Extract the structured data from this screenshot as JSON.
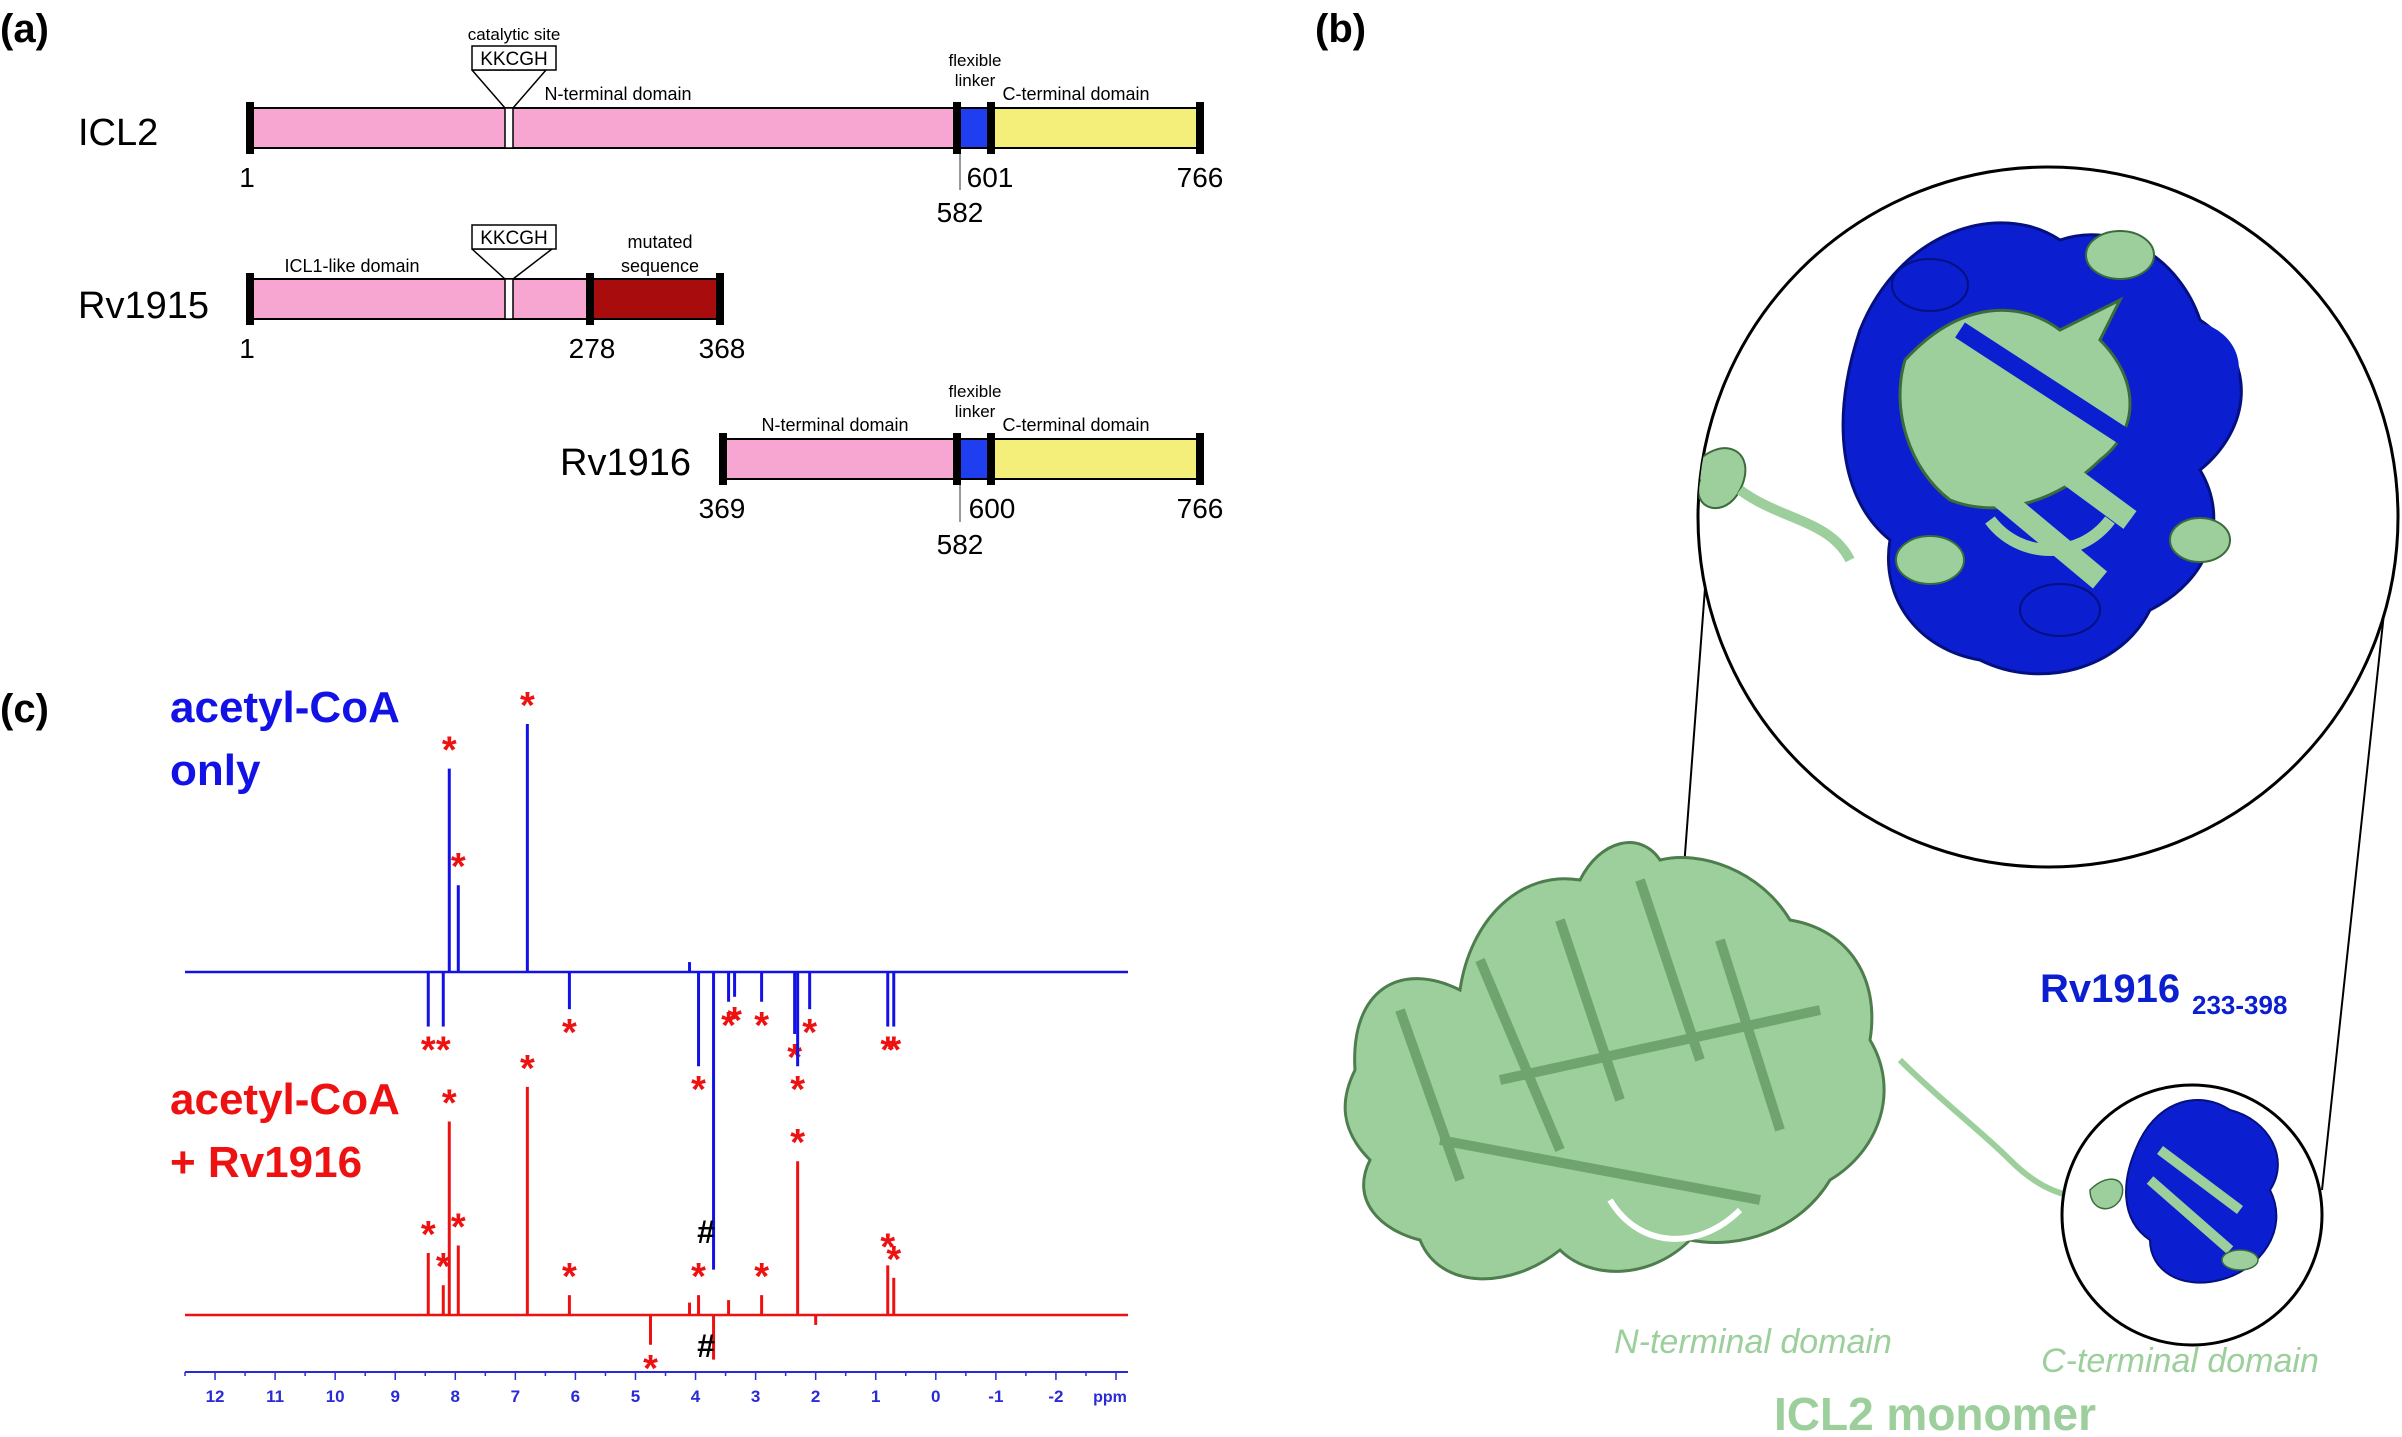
{
  "panel_labels": {
    "a": "(a)",
    "b": "(b)",
    "c": "(c)"
  },
  "domain_map": {
    "icl2": {
      "name": "ICL2",
      "catalytic_site_label": "catalytic site",
      "motif": "KKCGH",
      "n_terminal": "N-terminal domain",
      "linker_label_1": "flexible",
      "linker_label_2": "linker",
      "c_terminal": "C-terminal domain",
      "pos_start": "1",
      "pos_linker_start": "582",
      "pos_linker_end": "601",
      "pos_end": "766"
    },
    "rv1915": {
      "name": "Rv1915",
      "motif": "KKCGH",
      "domain_label": "ICL1-like domain",
      "mutated_label_1": "mutated",
      "mutated_label_2": "sequence",
      "pos_start": "1",
      "pos_mid": "278",
      "pos_end": "368"
    },
    "rv1916": {
      "name": "Rv1916",
      "n_terminal": "N-terminal domain",
      "linker_label_1": "flexible",
      "linker_label_2": "linker",
      "c_terminal": "C-terminal domain",
      "pos_start": "369",
      "pos_linker_start": "582",
      "pos_linker_end": "600",
      "pos_end": "766"
    },
    "colors": {
      "n_domain": "#f7a6d2",
      "linker": "#1f3ef0",
      "c_domain": "#f3ef7a",
      "mutated": "#a80c0c"
    }
  },
  "structure": {
    "zoom_label_main": "Rv1916",
    "zoom_label_sub": "233-398",
    "n_domain_label": "N-terminal domain",
    "c_domain_label": "C-terminal domain",
    "monomer_label": "ICL2 monomer",
    "colors": {
      "icl2": "#9ccf9c",
      "rv1916": "#0b1fd0"
    }
  },
  "nmr": {
    "label_top_1": "acetyl-CoA",
    "label_top_2": "only",
    "label_bottom_1": "acetyl-CoA",
    "label_bottom_2": "+ Rv1916",
    "hash_mark": "#",
    "star_mark": "*",
    "axis_unit": "ppm",
    "colors": {
      "top": "#1212e6",
      "bottom": "#ee1111",
      "axis": "#2a2ad6",
      "star": "#ee1111"
    }
  },
  "chart_data": {
    "type": "line",
    "xlabel": "ppm",
    "xlim": [
      12.5,
      -3.2
    ],
    "x_ticks": [
      "12",
      "11",
      "10",
      "9",
      "8",
      "7",
      "6",
      "5",
      "4",
      "3",
      "2",
      "1",
      "0",
      "-1",
      "-2"
    ],
    "series": [
      {
        "name": "acetyl-CoA only",
        "peaks": [
          {
            "ppm": 8.45,
            "intensity": -0.22
          },
          {
            "ppm": 8.2,
            "intensity": -0.22
          },
          {
            "ppm": 8.1,
            "intensity": 0.82
          },
          {
            "ppm": 7.95,
            "intensity": 0.35
          },
          {
            "ppm": 6.8,
            "intensity": 1.0
          },
          {
            "ppm": 6.1,
            "intensity": -0.15
          },
          {
            "ppm": 4.1,
            "intensity": 0.04
          },
          {
            "ppm": 3.95,
            "intensity": -0.38
          },
          {
            "ppm": 3.7,
            "intensity": -1.2
          },
          {
            "ppm": 3.45,
            "intensity": -0.12
          },
          {
            "ppm": 3.35,
            "intensity": -0.1
          },
          {
            "ppm": 2.9,
            "intensity": -0.12
          },
          {
            "ppm": 2.35,
            "intensity": -0.25
          },
          {
            "ppm": 2.3,
            "intensity": -0.38
          },
          {
            "ppm": 2.1,
            "intensity": -0.15
          },
          {
            "ppm": 0.8,
            "intensity": -0.22
          },
          {
            "ppm": 0.7,
            "intensity": -0.22
          }
        ]
      },
      {
        "name": "acetyl-CoA + Rv1916",
        "peaks": [
          {
            "ppm": 8.45,
            "intensity": 0.25
          },
          {
            "ppm": 8.2,
            "intensity": 0.12
          },
          {
            "ppm": 8.1,
            "intensity": 0.78
          },
          {
            "ppm": 7.95,
            "intensity": 0.28
          },
          {
            "ppm": 6.8,
            "intensity": 0.92
          },
          {
            "ppm": 6.1,
            "intensity": 0.08
          },
          {
            "ppm": 4.75,
            "intensity": -0.12
          },
          {
            "ppm": 4.1,
            "intensity": 0.05
          },
          {
            "ppm": 3.95,
            "intensity": 0.08
          },
          {
            "ppm": 3.7,
            "intensity": -0.18
          },
          {
            "ppm": 3.45,
            "intensity": 0.06
          },
          {
            "ppm": 2.9,
            "intensity": 0.08
          },
          {
            "ppm": 2.3,
            "intensity": 0.62
          },
          {
            "ppm": 2.0,
            "intensity": -0.04
          },
          {
            "ppm": 0.8,
            "intensity": 0.2
          },
          {
            "ppm": 0.7,
            "intensity": 0.15
          }
        ]
      }
    ]
  }
}
